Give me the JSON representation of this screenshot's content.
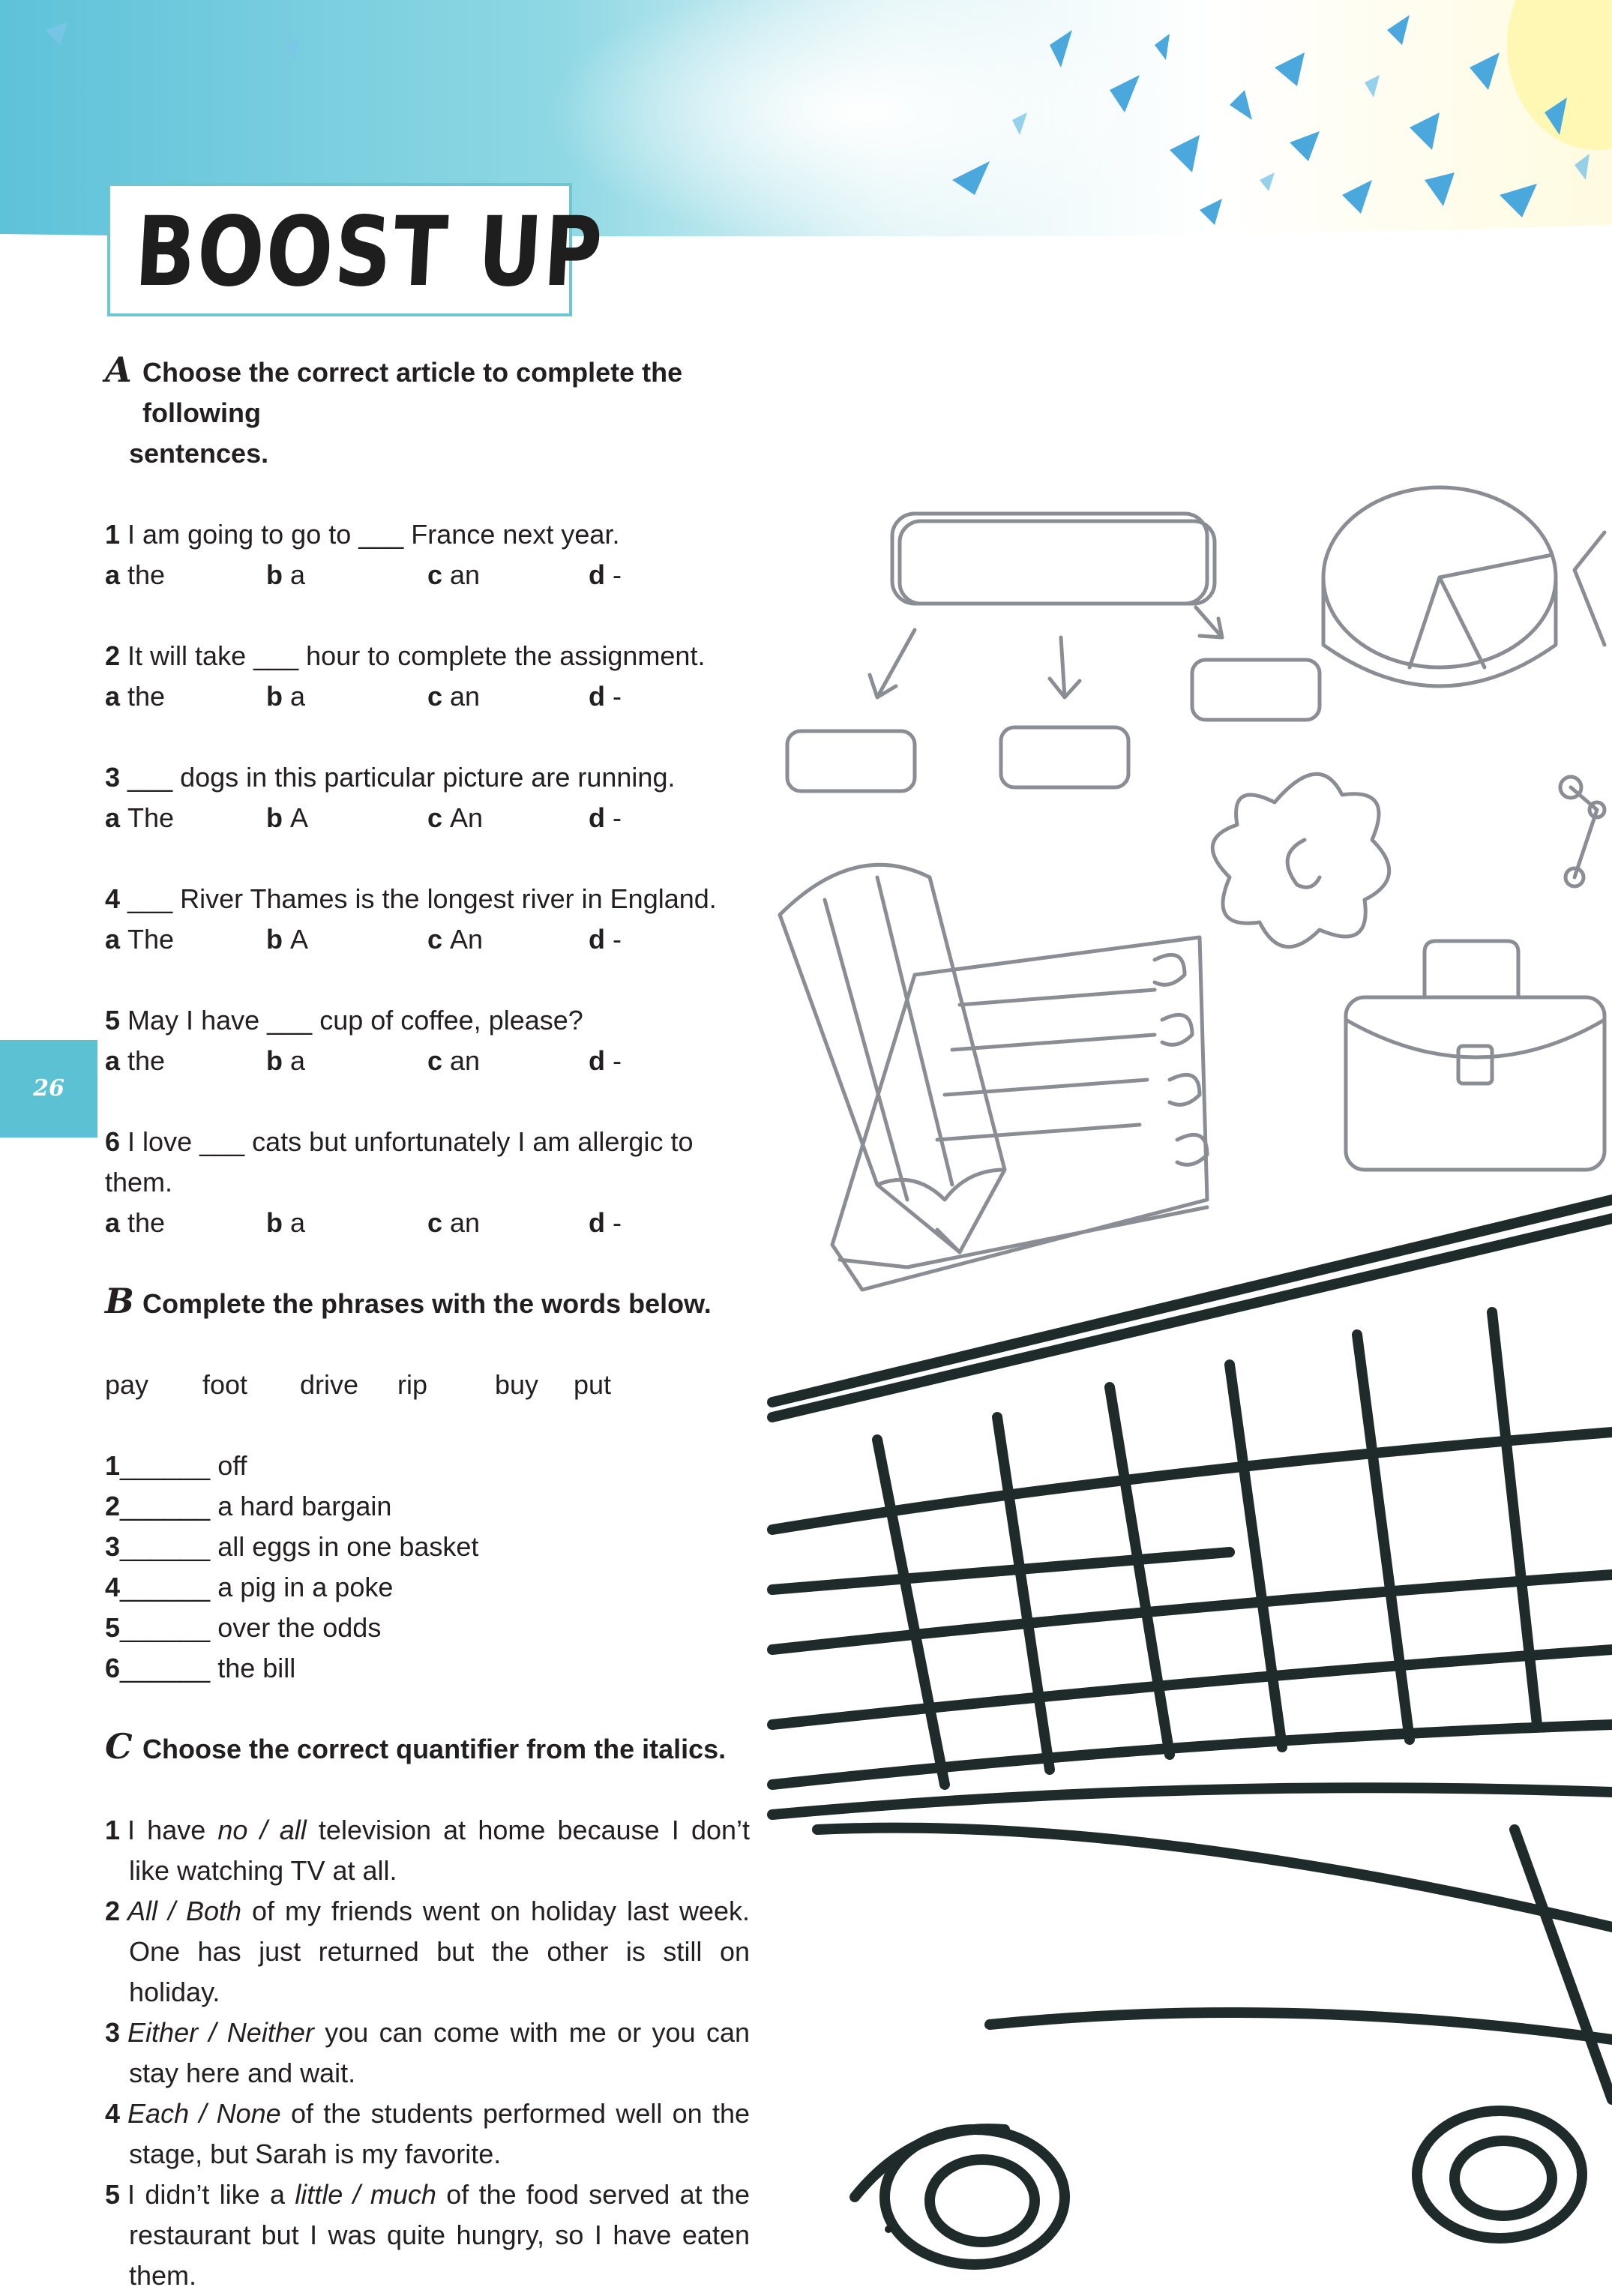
{
  "header": {
    "title": "BOOST UP",
    "page_number": "26"
  },
  "sectionA": {
    "letter": "A",
    "instruction_line1": "Choose the correct article to complete the following",
    "instruction_line2": "sentences.",
    "questions": [
      {
        "num": "1",
        "text": "I am going to go to ___ France next year.",
        "options": [
          [
            "a",
            "the"
          ],
          [
            "b",
            "a"
          ],
          [
            "c",
            "an"
          ],
          [
            "d",
            "-"
          ]
        ]
      },
      {
        "num": "2",
        "text": "It will take ___ hour to complete the assignment.",
        "options": [
          [
            "a",
            "the"
          ],
          [
            "b",
            "a"
          ],
          [
            "c",
            "an"
          ],
          [
            "d",
            "-"
          ]
        ]
      },
      {
        "num": "3",
        "text": "___ dogs in this particular picture are running.",
        "options": [
          [
            "a",
            "The"
          ],
          [
            "b",
            "A"
          ],
          [
            "c",
            "An"
          ],
          [
            "d",
            "-"
          ]
        ]
      },
      {
        "num": "4",
        "text": "___ River Thames is the longest river in England.",
        "options": [
          [
            "a",
            "The"
          ],
          [
            "b",
            "A"
          ],
          [
            "c",
            "An"
          ],
          [
            "d",
            "-"
          ]
        ]
      },
      {
        "num": "5",
        "text": "May I have ___ cup of coffee, please?",
        "options": [
          [
            "a",
            "the"
          ],
          [
            "b",
            "a"
          ],
          [
            "c",
            "an"
          ],
          [
            "d",
            "-"
          ]
        ]
      },
      {
        "num": "6",
        "text": "I love ___ cats but unfortunately I am allergic to them.",
        "options": [
          [
            "a",
            "the"
          ],
          [
            "b",
            "a"
          ],
          [
            "c",
            "an"
          ],
          [
            "d",
            "-"
          ]
        ]
      }
    ]
  },
  "sectionB": {
    "letter": "B",
    "instruction": "Complete the phrases with the words below.",
    "words": [
      "pay",
      "foot",
      "drive",
      "rip",
      "buy",
      "put"
    ],
    "phrases": [
      {
        "num": "1",
        "blank": "______",
        "text": "off"
      },
      {
        "num": "2",
        "blank": "______",
        "text": "a hard bargain"
      },
      {
        "num": "3",
        "blank": "______",
        "text": "all eggs in one basket"
      },
      {
        "num": "4",
        "blank": "______",
        "text": "a pig in a poke"
      },
      {
        "num": "5",
        "blank": "______",
        "text": "over the odds"
      },
      {
        "num": "6",
        "blank": "______",
        "text": "the bill"
      }
    ]
  },
  "sectionC": {
    "letter": "C",
    "instruction": "Choose the correct quantifier from the italics.",
    "items": [
      {
        "num": "1",
        "pre": "I have ",
        "italic": "no / all",
        "post": " television at home because I don’t like watching TV at all."
      },
      {
        "num": "2",
        "pre": "",
        "italic": "All / Both",
        "post": " of my friends went on holiday last week. One has just returned but the other is still on holiday."
      },
      {
        "num": "3",
        "pre": "",
        "italic": "Either / Neither",
        "post": " you can come with me or you can stay here and wait."
      },
      {
        "num": "4",
        "pre": "",
        "italic": "Each / None",
        "post": " of the students performed well on the stage, but Sarah is my favorite."
      },
      {
        "num": "5",
        "pre": "I didn’t like a ",
        "italic": "little / much",
        "post": " of the food served at the restaurant but I was quite hungry, so I have eaten them."
      }
    ]
  },
  "colors": {
    "accent": "#5dc1d4",
    "title_border": "#6cc7d3",
    "sketch_gray": "#8a8d93",
    "cart_ink": "#1f2a2a"
  }
}
